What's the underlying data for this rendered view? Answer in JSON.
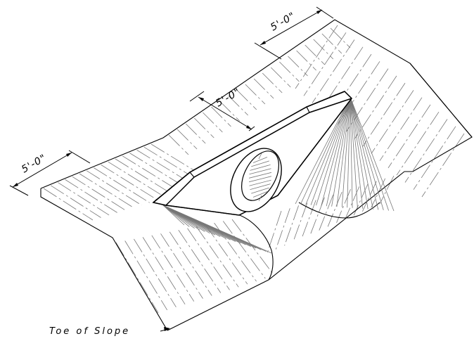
{
  "diagram": {
    "dimensions": [
      {
        "id": "top-right",
        "text": "5'-0\""
      },
      {
        "id": "headwall-width",
        "text": "5'-0\""
      },
      {
        "id": "left",
        "text": "5'-0\""
      }
    ],
    "labels": {
      "toe_of_slope": "Toe of Slope"
    }
  }
}
